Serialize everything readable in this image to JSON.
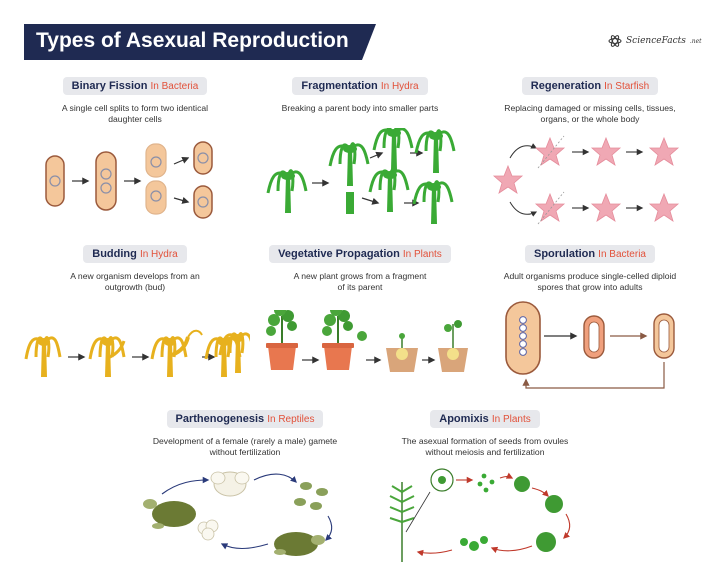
{
  "header": {
    "title": "Types of Asexual Reproduction",
    "logo_text": "ScienceFacts",
    "logo_suffix": ".net"
  },
  "colors": {
    "navy": "#1f2a52",
    "accent": "#e2513a",
    "pill_bg": "#e7e8ec",
    "green": "#3aaa35",
    "yellow": "#e7b11e",
    "pink": "#f0a8b4",
    "bacteria": "#f4c79b",
    "pot": "#e8774f"
  },
  "sections": [
    {
      "name": "Binary Fission",
      "where": "In Bacteria",
      "desc": [
        "A single cell splits to form two identical",
        "daughter cells"
      ]
    },
    {
      "name": "Fragmentation",
      "where": "In Hydra",
      "desc": [
        "Breaking a parent body into smaller parts"
      ]
    },
    {
      "name": "Regeneration",
      "where": "In Starfish",
      "desc": [
        "Replacing damaged or missing cells, tissues,",
        "organs, or the whole body"
      ]
    },
    {
      "name": "Budding",
      "where": "In Hydra",
      "desc": [
        "A new organism develops from an",
        "outgrowth (bud)"
      ]
    },
    {
      "name": "Vegetative Propagation",
      "where": "In Plants",
      "desc": [
        "A new plant grows from a fragment",
        "of its parent"
      ]
    },
    {
      "name": "Sporulation",
      "where": "In Bacteria",
      "desc": [
        "Adult organisms produce single-celled diploid",
        "spores that grow into adults"
      ]
    },
    {
      "name": "Parthenogenesis",
      "where": "In Reptiles",
      "desc": [
        "Development of a female (rarely a male) gamete",
        "without fertilization"
      ]
    },
    {
      "name": "Apomixis",
      "where": "In Plants",
      "desc": [
        "The asexual formation of seeds from ovules",
        "without meiosis and fertilization"
      ]
    }
  ]
}
